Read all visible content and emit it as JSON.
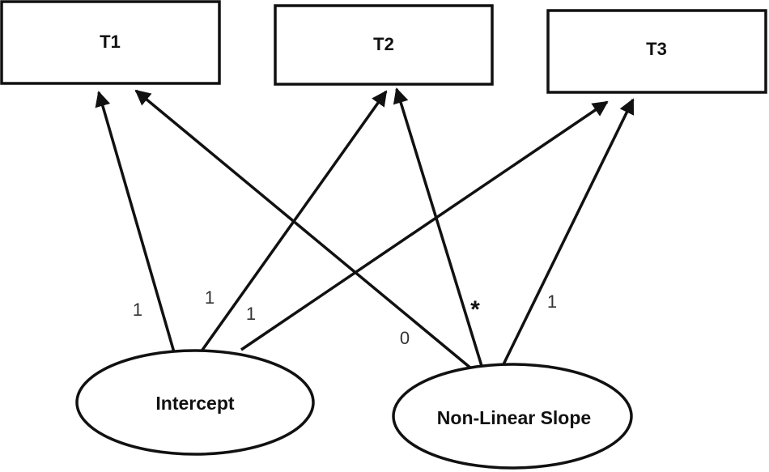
{
  "observed": [
    {
      "id": "t1",
      "label": "T1"
    },
    {
      "id": "t2",
      "label": "T2"
    },
    {
      "id": "t3",
      "label": "T3"
    }
  ],
  "latent": [
    {
      "id": "intercept",
      "label": "Intercept"
    },
    {
      "id": "slope",
      "label": "Non-Linear Slope"
    }
  ],
  "paths": [
    {
      "from": "intercept",
      "to": "t1",
      "loading": "1"
    },
    {
      "from": "intercept",
      "to": "t2",
      "loading": "1"
    },
    {
      "from": "intercept",
      "to": "t3",
      "loading": "1"
    },
    {
      "from": "slope",
      "to": "t1",
      "loading": "0"
    },
    {
      "from": "slope",
      "to": "t2",
      "loading": "*"
    },
    {
      "from": "slope",
      "to": "t3",
      "loading": "1"
    }
  ],
  "colors": {
    "stroke": "#111111",
    "loading_text": "#333333"
  }
}
